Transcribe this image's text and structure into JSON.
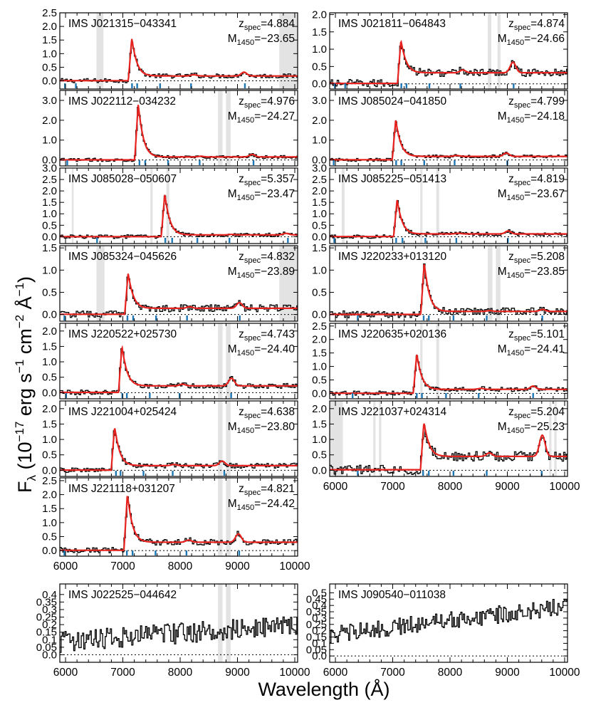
{
  "figure": {
    "ylabel_main": "F",
    "ylabel_sub": "λ",
    "ylabel_units": " (10",
    "ylabel_exp1": "−17",
    "ylabel_mid1": " erg s",
    "ylabel_exp2": "−1",
    "ylabel_mid2": " cm",
    "ylabel_exp3": "−2",
    "ylabel_mid3": " Å",
    "ylabel_exp4": "−1",
    "ylabel_end": ")",
    "xlabel": "Wavelength (Å)",
    "colors": {
      "spectrum": "#000000",
      "model": "#e8231f",
      "marker": "#1f78b4",
      "mask": "#e3e3e3"
    }
  },
  "chart_data": [
    {
      "type": "line",
      "col": 0,
      "row": 0,
      "name": "IMS J021315−043341",
      "z": "4.884",
      "m": "−23.65",
      "zlabel": "z",
      "zsub": "spec",
      "mlabel": "M",
      "msub": "1450",
      "ylim": [
        -0.3,
        2.5
      ],
      "yticks": [
        0.0,
        0.5,
        1.0,
        1.5,
        2.0,
        2.5
      ],
      "ytick_labels": [
        "0.0",
        "0.5",
        "1.0",
        "1.5",
        "2.0",
        "2.5"
      ],
      "xlim": [
        5900,
        10050
      ],
      "peak": 1.55,
      "cont": 0.18,
      "linePeak": 0.85,
      "masks": [
        [
          6540,
          6660
        ],
        [
          9730,
          10050
        ]
      ],
      "markers": [
        5990,
        6180,
        7160,
        7250,
        7650,
        8190,
        9130
      ]
    },
    {
      "type": "line",
      "col": 1,
      "row": 0,
      "name": "IMS J021811−064843",
      "z": "4.874",
      "m": "−24.66",
      "zlabel": "z",
      "zsub": "spec",
      "mlabel": "M",
      "msub": "1450",
      "ylim": [
        -0.15,
        2.05
      ],
      "yticks": [
        0.0,
        0.5,
        1.0,
        1.5,
        2.0
      ],
      "ytick_labels": [
        "0.0",
        "0.5",
        "1.0",
        "1.5",
        "2.0"
      ],
      "xlim": [
        5900,
        10050
      ],
      "peak": 1.25,
      "cont": 0.32,
      "linePeak": 1.05,
      "masks": [
        [
          8660,
          8720
        ],
        [
          8830,
          8880
        ]
      ],
      "markers": [
        5990,
        6170,
        7150,
        7240,
        7640,
        8180,
        9110
      ]
    },
    {
      "type": "line",
      "col": 0,
      "row": 1,
      "name": "IMS J022112−034232",
      "z": "4.976",
      "m": "−24.27",
      "zlabel": "z",
      "zsub": "spec",
      "mlabel": "M",
      "msub": "1450",
      "ylim": [
        -0.3,
        3.5
      ],
      "yticks": [
        0.0,
        1.0,
        2.0,
        3.0
      ],
      "ytick_labels": [
        "0.0",
        "1.0",
        "2.0",
        "3.0"
      ],
      "xlim": [
        5900,
        10050
      ],
      "peak": 2.8,
      "cont": 0.15,
      "linePeak": 0.95,
      "masks": [
        [
          8660,
          8740
        ],
        [
          8800,
          8880
        ]
      ],
      "markers": [
        6030,
        7290,
        7390,
        7790,
        8340,
        9280
      ]
    },
    {
      "type": "line",
      "col": 1,
      "row": 1,
      "name": "IMS J085024−041850",
      "z": "4.799",
      "m": "−24.18",
      "zlabel": "z",
      "zsub": "spec",
      "mlabel": "M",
      "msub": "1450",
      "ylim": [
        -0.3,
        3.5
      ],
      "yticks": [
        0.0,
        1.0,
        2.0,
        3.0
      ],
      "ytick_labels": [
        "0.0",
        "1.0",
        "2.0",
        "3.0"
      ],
      "xlim": [
        5900,
        10050
      ],
      "peak": 2.0,
      "cont": 0.18,
      "linePeak": 1.05,
      "masks": [],
      "markers": [
        5970,
        7060,
        7150,
        7550,
        8080,
        9000
      ]
    },
    {
      "type": "line",
      "col": 0,
      "row": 2,
      "name": "IMS J085028−050607",
      "z": "5.357",
      "m": "−23.47",
      "zlabel": "z",
      "zsub": "spec",
      "mlabel": "M",
      "msub": "1450",
      "ylim": [
        -0.3,
        3.0
      ],
      "yticks": [
        0.0,
        0.5,
        1.0,
        1.5,
        2.0,
        2.5,
        3.0
      ],
      "ytick_labels": [
        "0.0",
        "0.5",
        "1.0",
        "1.5",
        "2.0",
        "2.5",
        "3.0"
      ],
      "xlim": [
        5900,
        10050
      ],
      "peak": 1.85,
      "cont": 0.08,
      "linePeak": 0.9,
      "masks": [
        [
          6110,
          6140
        ],
        [
          7480,
          7520
        ],
        [
          7760,
          7810
        ]
      ],
      "markers": [
        6550,
        7740,
        7860,
        8300,
        8860,
        9880
      ]
    },
    {
      "type": "line",
      "col": 1,
      "row": 2,
      "name": "IMS J085225−051413",
      "z": "4.819",
      "m": "−23.67",
      "zlabel": "z",
      "zsub": "spec",
      "mlabel": "M",
      "msub": "1450",
      "ylim": [
        -0.3,
        3.0
      ],
      "yticks": [
        0.0,
        0.5,
        1.0,
        1.5,
        2.0,
        2.5,
        3.0
      ],
      "ytick_labels": [
        "0.0",
        "0.5",
        "1.0",
        "1.5",
        "2.0",
        "2.5",
        "3.0"
      ],
      "xlim": [
        5900,
        10050
      ],
      "peak": 1.6,
      "cont": 0.12,
      "linePeak": 1.2,
      "masks": [
        [
          6110,
          6160
        ],
        [
          7480,
          7520
        ],
        [
          7760,
          7810
        ]
      ],
      "markers": [
        5980,
        7060,
        7170,
        7570,
        8110,
        9010
      ]
    },
    {
      "type": "line",
      "col": 0,
      "row": 3,
      "name": "IMS J085324−045626",
      "z": "4.832",
      "m": "−23.89",
      "zlabel": "z",
      "zsub": "spec",
      "mlabel": "M",
      "msub": "1450",
      "ylim": [
        -0.15,
        1.55
      ],
      "yticks": [
        0.0,
        0.5,
        1.0,
        1.5
      ],
      "ytick_labels": [
        "0.0",
        "0.5",
        "1.0",
        "1.5"
      ],
      "xlim": [
        5900,
        10050
      ],
      "peak": 0.92,
      "cont": 0.14,
      "linePeak": 1.0,
      "masks": [
        [
          6540,
          6680
        ],
        [
          9730,
          10050
        ]
      ],
      "markers": [
        5980,
        7080,
        7180,
        7580,
        8120,
        9040
      ]
    },
    {
      "type": "line",
      "col": 1,
      "row": 3,
      "name": "IMS J220233+013120",
      "z": "5.208",
      "m": "−23.85",
      "zlabel": "z",
      "zsub": "spec",
      "mlabel": "M",
      "msub": "1450",
      "ylim": [
        -0.15,
        1.55
      ],
      "yticks": [
        0.0,
        0.5,
        1.0,
        1.5
      ],
      "ytick_labels": [
        "0.0",
        "0.5",
        "1.0",
        "1.5"
      ],
      "xlim": [
        5900,
        10050
      ],
      "peak": 1.15,
      "cont": 0.07,
      "linePeak": 0.7,
      "masks": [
        [
          8660,
          8740
        ],
        [
          8800,
          8880
        ]
      ],
      "markers": [
        6390,
        7540,
        7630,
        8060,
        8640,
        9610
      ]
    },
    {
      "type": "line",
      "col": 0,
      "row": 4,
      "name": "IMS J220522+025730",
      "z": "4.743",
      "m": "−24.40",
      "zlabel": "z",
      "zsub": "spec",
      "mlabel": "M",
      "msub": "1450",
      "ylim": [
        -0.2,
        2.25
      ],
      "yticks": [
        0.0,
        0.5,
        1.0,
        1.5,
        2.0
      ],
      "ytick_labels": [
        "0.0",
        "0.5",
        "1.0",
        "1.5",
        "2.0"
      ],
      "xlim": [
        5900,
        10050
      ],
      "peak": 1.5,
      "cont": 0.22,
      "linePeak": 1.25,
      "masks": [
        [
          8660,
          8740
        ],
        [
          8800,
          8880
        ]
      ],
      "markers": [
        6010,
        6990,
        7070,
        7470,
        7990,
        8890
      ]
    },
    {
      "type": "line",
      "col": 1,
      "row": 4,
      "name": "IMS J220635+020136",
      "z": "5.101",
      "m": "−24.41",
      "zlabel": "z",
      "zsub": "spec",
      "mlabel": "M",
      "msub": "1450",
      "ylim": [
        -0.2,
        2.6
      ],
      "yticks": [
        0.0,
        0.5,
        1.0,
        1.5,
        2.0,
        2.5
      ],
      "ytick_labels": [
        "0.0",
        "0.5",
        "1.0",
        "1.5",
        "2.0",
        "2.5"
      ],
      "xlim": [
        5900,
        10050
      ],
      "peak": 1.45,
      "cont": 0.15,
      "linePeak": 0.9,
      "masks": [
        [
          7480,
          7520
        ],
        [
          7760,
          7810
        ]
      ],
      "markers": [
        6300,
        7420,
        7510,
        7930,
        8500,
        9450
      ]
    },
    {
      "type": "line",
      "col": 0,
      "row": 5,
      "name": "IMS J221004+025424",
      "z": "4.638",
      "m": "−23.80",
      "zlabel": "z",
      "zsub": "spec",
      "mlabel": "M",
      "msub": "1450",
      "ylim": [
        -0.2,
        2.25
      ],
      "yticks": [
        0.0,
        0.5,
        1.0,
        1.5,
        2.0
      ],
      "ytick_labels": [
        "0.0",
        "0.5",
        "1.0",
        "1.5",
        "2.0"
      ],
      "xlim": [
        5900,
        10050
      ],
      "peak": 1.4,
      "cont": 0.15,
      "linePeak": 1.1,
      "masks": [
        [
          8660,
          8740
        ],
        [
          8800,
          8880
        ]
      ],
      "markers": [
        6880,
        6960,
        7360,
        7870,
        8770
      ]
    },
    {
      "type": "line",
      "col": 1,
      "row": 5,
      "name": "IMS J221037+024314",
      "z": "5.204",
      "m": "−25.23",
      "zlabel": "z",
      "zsub": "spec",
      "mlabel": "M",
      "msub": "1450",
      "ylim": [
        -0.2,
        2.25
      ],
      "yticks": [
        0.0,
        0.5,
        1.0,
        1.5,
        2.0
      ],
      "ytick_labels": [
        "0.0",
        "0.5",
        "1.0",
        "1.5",
        "2.0"
      ],
      "xlim": [
        5900,
        10050
      ],
      "peak": 1.55,
      "cont": 0.45,
      "linePeak": 1.7,
      "masks": [
        [
          5900,
          6130
        ],
        [
          6660,
          6700
        ],
        [
          6760,
          6800
        ],
        [
          9730,
          9770
        ],
        [
          9820,
          9860
        ]
      ],
      "markers": [
        6390,
        7530,
        7630,
        8060,
        8640,
        9600
      ]
    },
    {
      "type": "line",
      "col": 0,
      "row": 6,
      "name": "IMS J221118+031207",
      "z": "4.821",
      "m": "−24.42",
      "zlabel": "z",
      "zsub": "spec",
      "mlabel": "M",
      "msub": "1450",
      "ylim": [
        -0.2,
        2.6
      ],
      "yticks": [
        0.0,
        0.5,
        1.0,
        1.5,
        2.0,
        2.5
      ],
      "ytick_labels": [
        "0.0",
        "0.5",
        "1.0",
        "1.5",
        "2.0",
        "2.5"
      ],
      "xlim": [
        5900,
        10050
      ],
      "peak": 2.0,
      "cont": 0.3,
      "linePeak": 1.1,
      "masks": [
        [
          8660,
          8740
        ],
        [
          8800,
          8880
        ]
      ],
      "markers": [
        5980,
        7070,
        7170,
        7570,
        8110,
        9030
      ]
    },
    {
      "type": "line",
      "col": 0,
      "row": 7,
      "name": "IMS J022525−044642",
      "z": "",
      "m": "",
      "zlabel": "",
      "zsub": "",
      "mlabel": "",
      "msub": "",
      "ylim": [
        -0.05,
        0.47
      ],
      "yticks": [
        0.0,
        0.05,
        0.1,
        0.15,
        0.2,
        0.25,
        0.3,
        0.35,
        0.4
      ],
      "ytick_labels": [
        "0.0",
        "0.05",
        "0.1",
        "0.15",
        "0.2",
        "0.25",
        "0.3",
        "0.35",
        "0.4"
      ],
      "xlim": [
        5900,
        10050
      ],
      "peak": 0,
      "cont": 0.14,
      "linePeak": 0,
      "masks": [
        [
          8660,
          8740
        ],
        [
          8800,
          8880
        ]
      ],
      "markers": [],
      "flat": true
    },
    {
      "type": "line",
      "col": 1,
      "row": 7,
      "name": "IMS J090540−011038",
      "z": "",
      "m": "",
      "zlabel": "",
      "zsub": "",
      "mlabel": "",
      "msub": "",
      "ylim": [
        -0.05,
        0.57
      ],
      "yticks": [
        0.0,
        0.05,
        0.1,
        0.15,
        0.2,
        0.25,
        0.3,
        0.35,
        0.4,
        0.45,
        0.5
      ],
      "ytick_labels": [
        "0.0",
        "0.05",
        "0.1",
        "0.15",
        "0.2",
        "0.25",
        "0.3",
        "0.35",
        "0.4",
        "0.45",
        "0.5"
      ],
      "xlim": [
        5900,
        10050
      ],
      "peak": 0,
      "cont": 0.28,
      "linePeak": 0,
      "masks": [],
      "markers": [],
      "flat": true
    }
  ],
  "xaxis": {
    "ticks": [
      6000,
      7000,
      8000,
      9000,
      10000
    ],
    "tick_labels": [
      "6000",
      "7000",
      "8000",
      "9000",
      "10000"
    ]
  }
}
